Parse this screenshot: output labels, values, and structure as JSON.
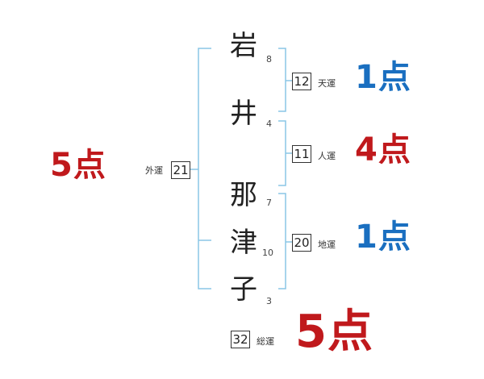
{
  "colors": {
    "bracket": "#8ac6e6",
    "red": "#c0191c",
    "blue": "#1a6fc0"
  },
  "name": {
    "chars": [
      {
        "char": "岩",
        "strokes": "8"
      },
      {
        "char": "井",
        "strokes": "4"
      },
      {
        "char": "那",
        "strokes": "7"
      },
      {
        "char": "津",
        "strokes": "10"
      },
      {
        "char": "子",
        "strokes": "3"
      }
    ]
  },
  "fortunes": {
    "tenkaku": {
      "value": "12",
      "label": "天運",
      "score": "1点",
      "color": "blue"
    },
    "jinkaku": {
      "value": "11",
      "label": "人運",
      "score": "4点",
      "color": "red"
    },
    "chikaku": {
      "value": "20",
      "label": "地運",
      "score": "1点",
      "color": "blue"
    },
    "gaikaku": {
      "value": "21",
      "label": "外運",
      "score": "5点",
      "color": "red"
    },
    "soukaku": {
      "value": "32",
      "label": "総運",
      "score": "5点",
      "color": "red"
    }
  }
}
